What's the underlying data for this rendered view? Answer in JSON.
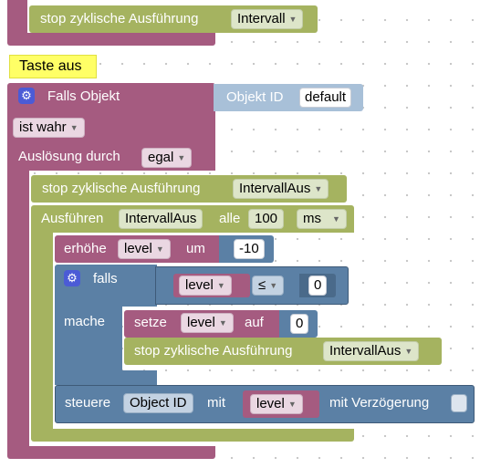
{
  "top_block": {
    "label": "stop zyklische Ausführung",
    "dropdown": "Intervall"
  },
  "comment": {
    "text": "Taste aus"
  },
  "trigger": {
    "label": "Falls Objekt",
    "object_id_label": "Objekt ID",
    "object_id_value": "default",
    "condition": "ist wahr",
    "trigger_label": "Auslösung durch",
    "trigger_value": "egal"
  },
  "stop_block": {
    "label": "stop zyklische Ausführung",
    "dropdown": "IntervallAus"
  },
  "exec_block": {
    "label": "Ausführen",
    "name": "IntervallAus",
    "every_label": "alle",
    "interval": "100",
    "unit": "ms"
  },
  "increment": {
    "label": "erhöhe",
    "variable": "level",
    "by_label": "um",
    "amount": "-10"
  },
  "if_block": {
    "if_label": "falls",
    "variable": "level",
    "operator": "≤",
    "compare_value": "0",
    "do_label": "mache"
  },
  "set_block": {
    "label": "setze",
    "variable": "level",
    "to_label": "auf",
    "value": "0"
  },
  "inner_stop": {
    "label": "stop zyklische Ausführung",
    "dropdown": "IntervallAus"
  },
  "control_block": {
    "label": "steuere",
    "object": "Object ID",
    "with_label": "mit",
    "value_var": "level",
    "delay_label": "mit Verzögerung"
  },
  "colors": {
    "purple": "#a55b80",
    "green": "#a5b360",
    "blue": "#5b80a5",
    "comment_yellow": "#ffff66"
  }
}
